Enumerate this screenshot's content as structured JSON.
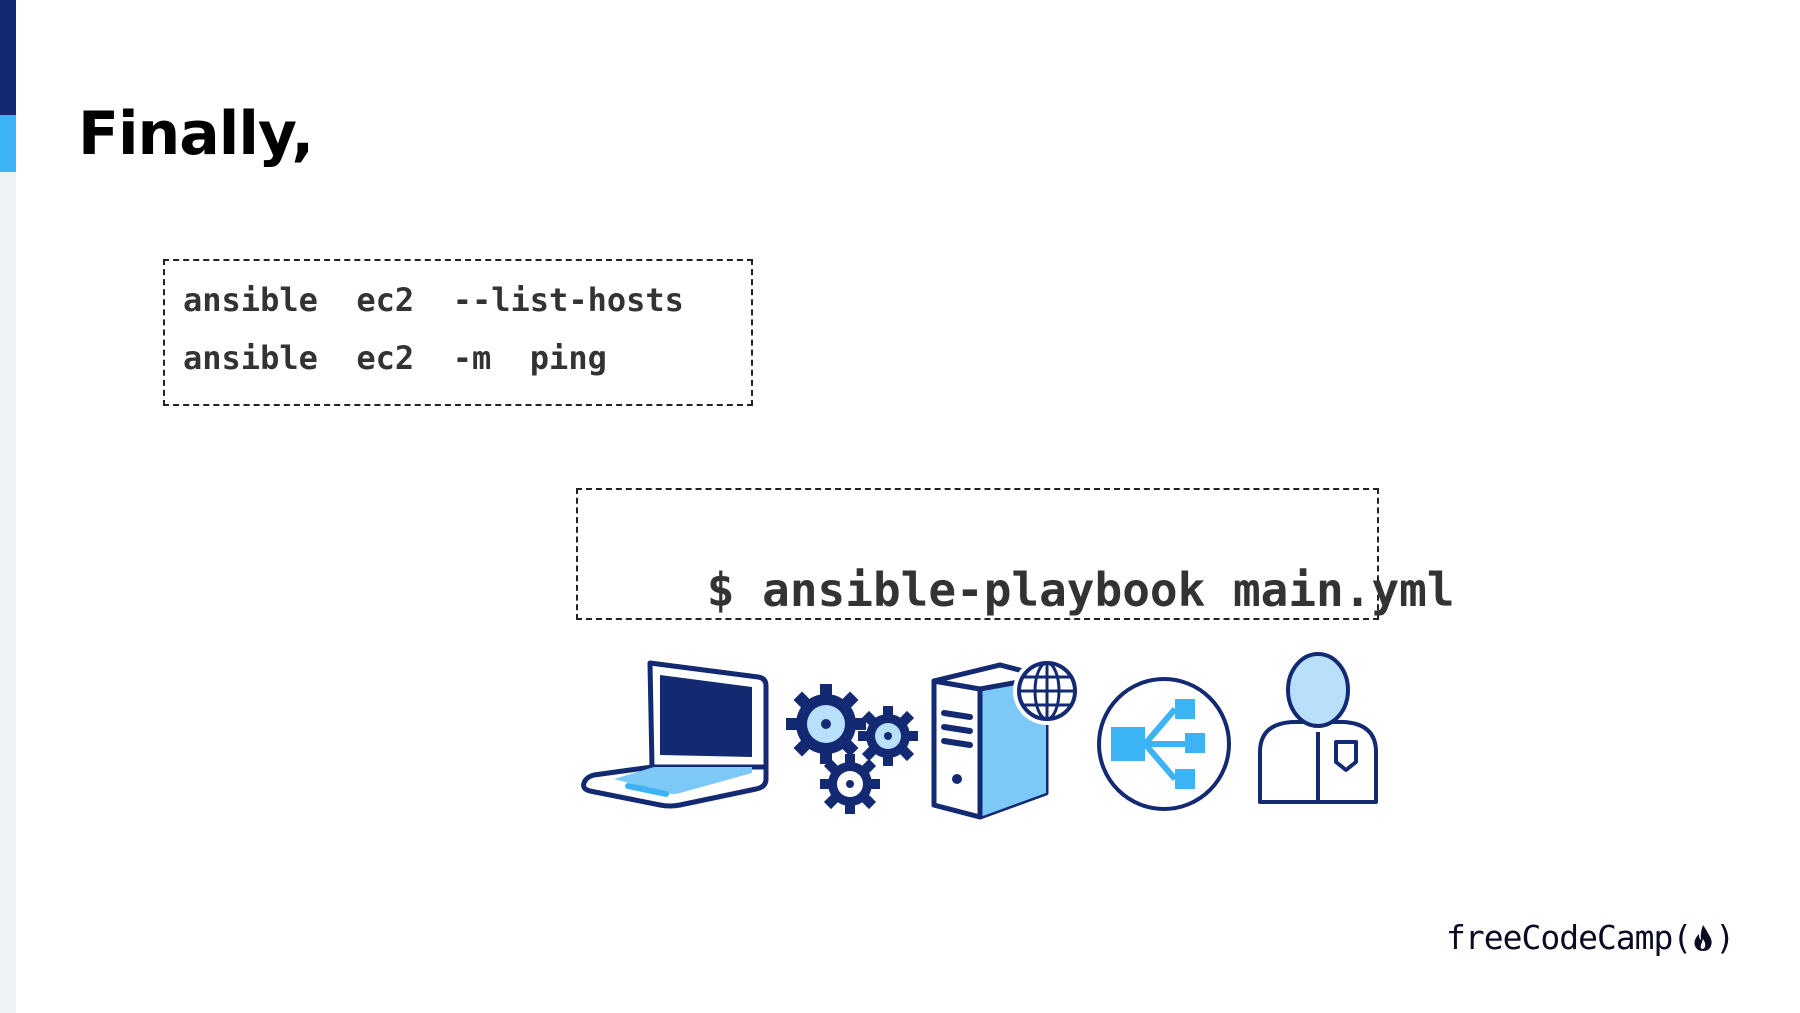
{
  "slide": {
    "title": "Finally,"
  },
  "commands_box": {
    "lines": [
      "ansible  ec2  --list-hosts",
      "ansible  ec2  -m  ping"
    ]
  },
  "playbook_box": {
    "command": "$ ansible-playbook main.yml"
  },
  "icons": [
    "laptop-icon",
    "gears-icon",
    "web-server-icon",
    "network-hub-icon",
    "user-icon"
  ],
  "colors": {
    "navy": "#132a73",
    "light_blue": "#3bb3f5",
    "pale_blue": "#b9e0fb",
    "rail": "#eef3f6"
  },
  "brand": {
    "name": "freeCodeCamp",
    "open": "(",
    "close": ")"
  }
}
